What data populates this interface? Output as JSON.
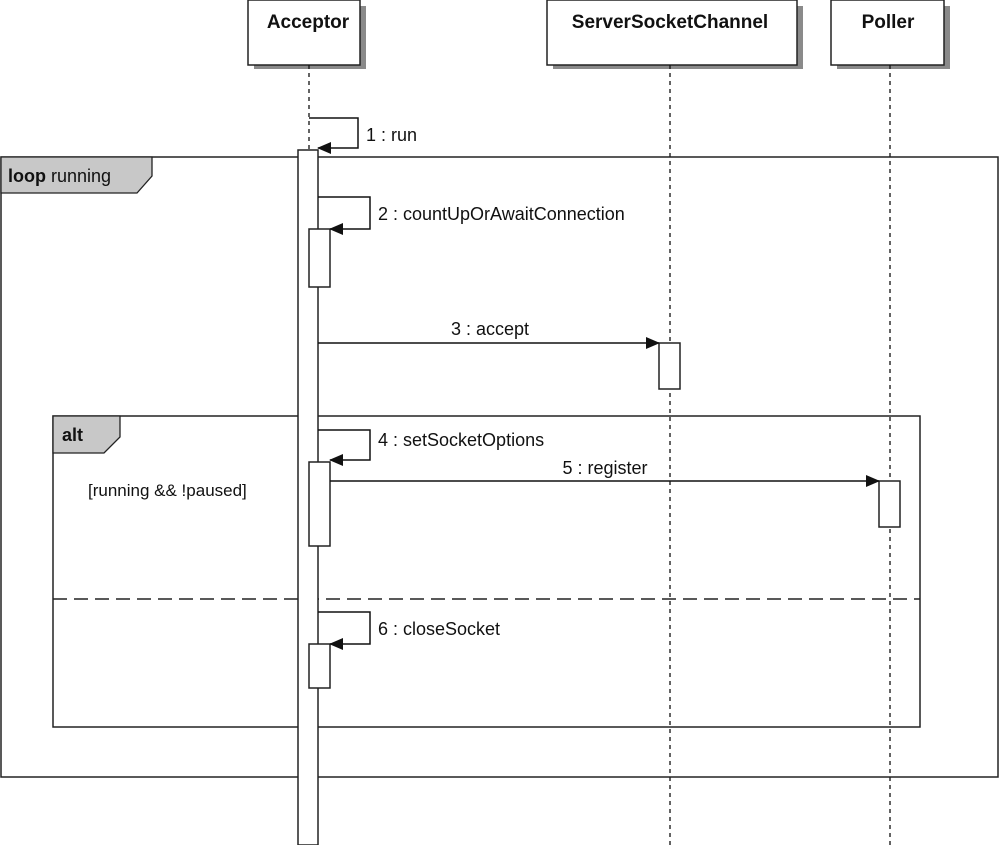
{
  "lifelines": [
    {
      "id": "acceptor",
      "name": "Acceptor"
    },
    {
      "id": "server_socket_channel",
      "name": "ServerSocketChannel"
    },
    {
      "id": "poller",
      "name": "Poller"
    }
  ],
  "messages": [
    {
      "id": "m1",
      "label": "1 : run",
      "from": "Acceptor",
      "to": "Acceptor",
      "kind": "self"
    },
    {
      "id": "m2",
      "label": "2 : countUpOrAwaitConnection",
      "from": "Acceptor",
      "to": "Acceptor",
      "kind": "self"
    },
    {
      "id": "m3",
      "label": "3 : accept",
      "from": "Acceptor",
      "to": "ServerSocketChannel",
      "kind": "call"
    },
    {
      "id": "m4",
      "label": "4 : setSocketOptions",
      "from": "Acceptor",
      "to": "Acceptor",
      "kind": "self"
    },
    {
      "id": "m5",
      "label": "5 : register",
      "from": "Acceptor",
      "to": "Poller",
      "kind": "call"
    },
    {
      "id": "m6",
      "label": "6 : closeSocket",
      "from": "Acceptor",
      "to": "Acceptor",
      "kind": "self"
    }
  ],
  "fragments": {
    "loop": {
      "keyword": "loop",
      "condition": "running"
    },
    "alt": {
      "keyword": "alt",
      "guard": "[running && !paused]"
    }
  },
  "colors": {
    "frame_stroke": "#222222",
    "tab_fill": "#c8c8c8",
    "box_shadow": "#8a8a8a",
    "line": "#111111"
  }
}
